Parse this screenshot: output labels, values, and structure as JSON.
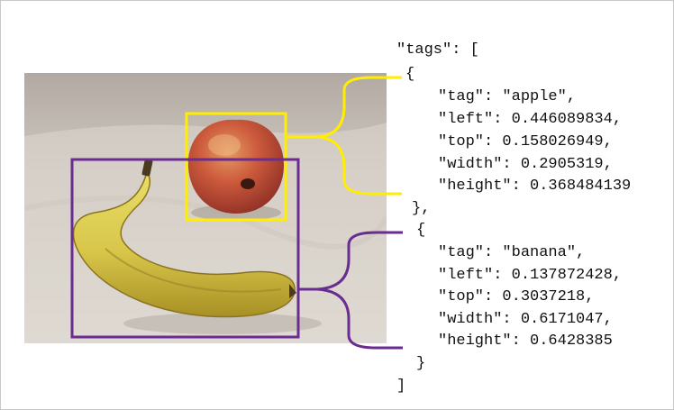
{
  "colors": {
    "apple_box": "#ffee00",
    "banana_box": "#6a2c91",
    "text": "#111111"
  },
  "code": {
    "open_tags": "\"tags\": [",
    "apple": {
      "open": "{",
      "tag": "\"tag\": \"apple\",",
      "left": "\"left\": 0.446089834,",
      "top": "\"top\": 0.158026949,",
      "width": "\"width\": 0.2905319,",
      "height": "\"height\": 0.368484139",
      "close": "},"
    },
    "banana": {
      "open": "{",
      "tag": "\"tag\": \"banana\",",
      "left": "\"left\": 0.137872428,",
      "top": "\"top\": 0.3037218,",
      "width": "\"width\": 0.6171047,",
      "height": "\"height\": 0.6428385",
      "close": "}"
    },
    "close_tags": "]"
  }
}
